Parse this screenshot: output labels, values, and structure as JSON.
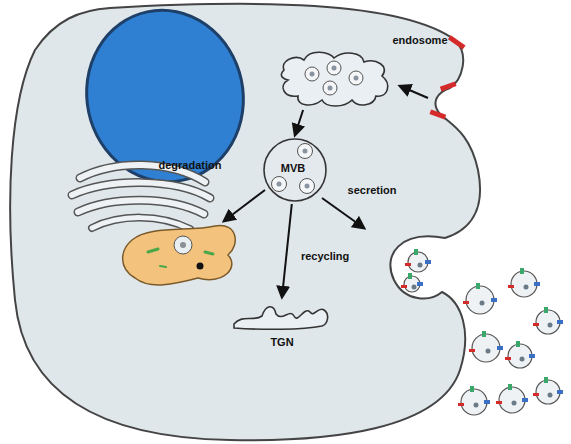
{
  "diagram": {
    "nodes": [
      {
        "text": [
          "endosome"
        ]
      },
      {
        "text": [
          "MVB"
        ]
      },
      {
        "text": [
          "TGN"
        ]
      }
    ],
    "edges": [
      {
        "from": 0,
        "to": 1,
        "arrow": "to"
      },
      {
        "from": 1,
        "to": 2,
        "label": "recycling",
        "arrow": "to"
      }
    ],
    "labels": [
      "degradation",
      "secretion"
    ]
  }
}
